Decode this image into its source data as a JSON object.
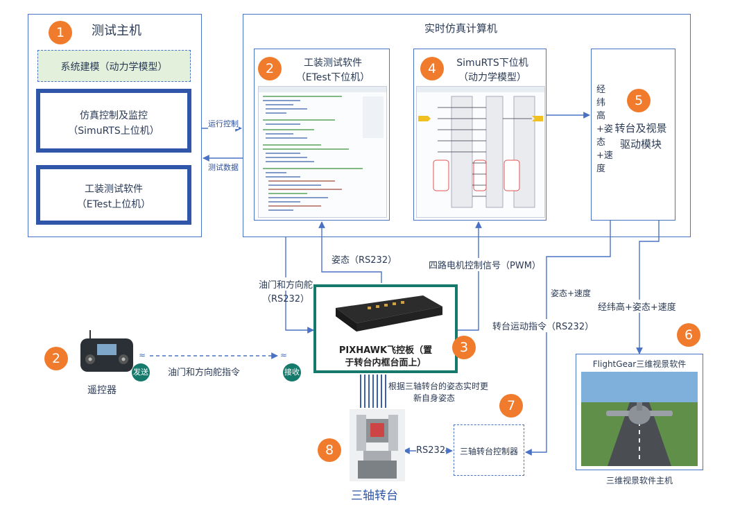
{
  "test_host": {
    "number": "1",
    "title": "测试主机",
    "modeling": "系统建模（动力学模型）",
    "sim_line1": "仿真控制及监控",
    "sim_line2": "（SimuRTS上位机）",
    "etest_line1": "工装测试软件",
    "etest_line2": "（ETest上位机）"
  },
  "links": {
    "run_control": "运行控制",
    "test_data": "测试数据",
    "attitude_rs232": "姿态（RS232）",
    "pwm": "四路电机控制信号（PWM）",
    "throttle_line1": "油门和方向舵",
    "throttle_line2": "（RS232）",
    "attitude_speed": "姿态+速度",
    "turntable_cmd": "转台运动指令（RS232）",
    "lla_att_speed": "经纬高+姿态+速度",
    "rc_cmd": "油门和方向舵指令",
    "rs232": "RS232",
    "update_line1": "根据三轴转台的姿态实时更",
    "update_line2": "新自身姿态"
  },
  "realtime": {
    "title": "实时仿真计算机",
    "etest_number": "2",
    "etest_line1": "工装测试软件",
    "etest_line2": "（ETest下位机）",
    "simu_number": "4",
    "simu_line1": "SimuRTS下位机",
    "simu_line2": "（动力学模型）",
    "drive_number": "5",
    "drive_vertical": "经纬高+姿态+速度",
    "drive_line1": "转台及视景",
    "drive_line2": "驱动模块"
  },
  "remote": {
    "number": "2",
    "label": "遥控器",
    "send": "发送",
    "receive": "接收"
  },
  "pixhawk": {
    "number": "3",
    "line1": "PIXHAWK飞控板（置",
    "line2": "于转台内框台面上）"
  },
  "flightgear": {
    "number": "6",
    "title": "FlightGear三维视景软件",
    "caption": "三维视景软件主机"
  },
  "controller": {
    "number": "7",
    "label": "三轴转台控制器"
  },
  "turntable": {
    "number": "8",
    "label": "三轴转台"
  },
  "colors": {
    "frame_blue": "#4a72c4",
    "thick_blue": "#2f56a8",
    "badge_orange": "#f07b2c",
    "teal": "#157a6b",
    "modeling_green": "#e3f0dc"
  }
}
